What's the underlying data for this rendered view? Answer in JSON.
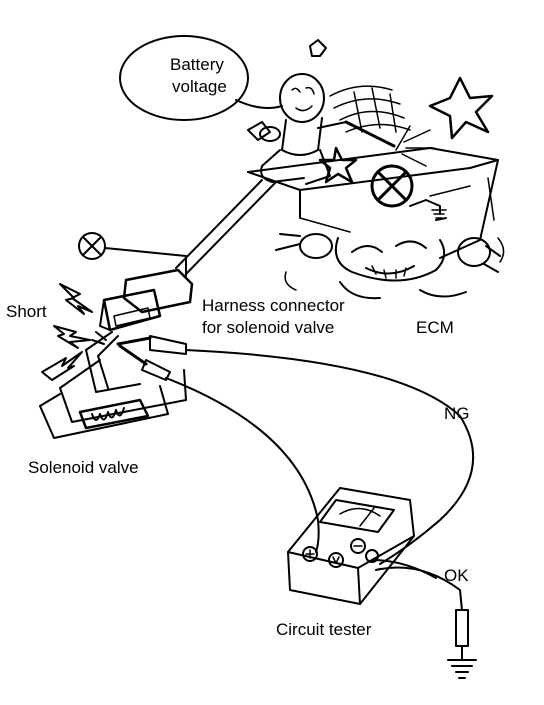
{
  "labels": {
    "battery_line1": "Battery",
    "battery_line2": "voltage",
    "short": "Short",
    "harness_line1": "Harness connector",
    "harness_line2": "for solenoid valve",
    "ecm": "ECM",
    "ng": "NG",
    "solenoid": "Solenoid valve",
    "ok": "OK",
    "tester": "Circuit tester"
  },
  "icons": [
    "plus-terminal-icon",
    "ground-symbol-icon",
    "lightning-spark-icon",
    "star-spark-icon",
    "ohm-meter-icon"
  ],
  "colors": {
    "ink": "#000000",
    "paper": "#ffffff"
  }
}
